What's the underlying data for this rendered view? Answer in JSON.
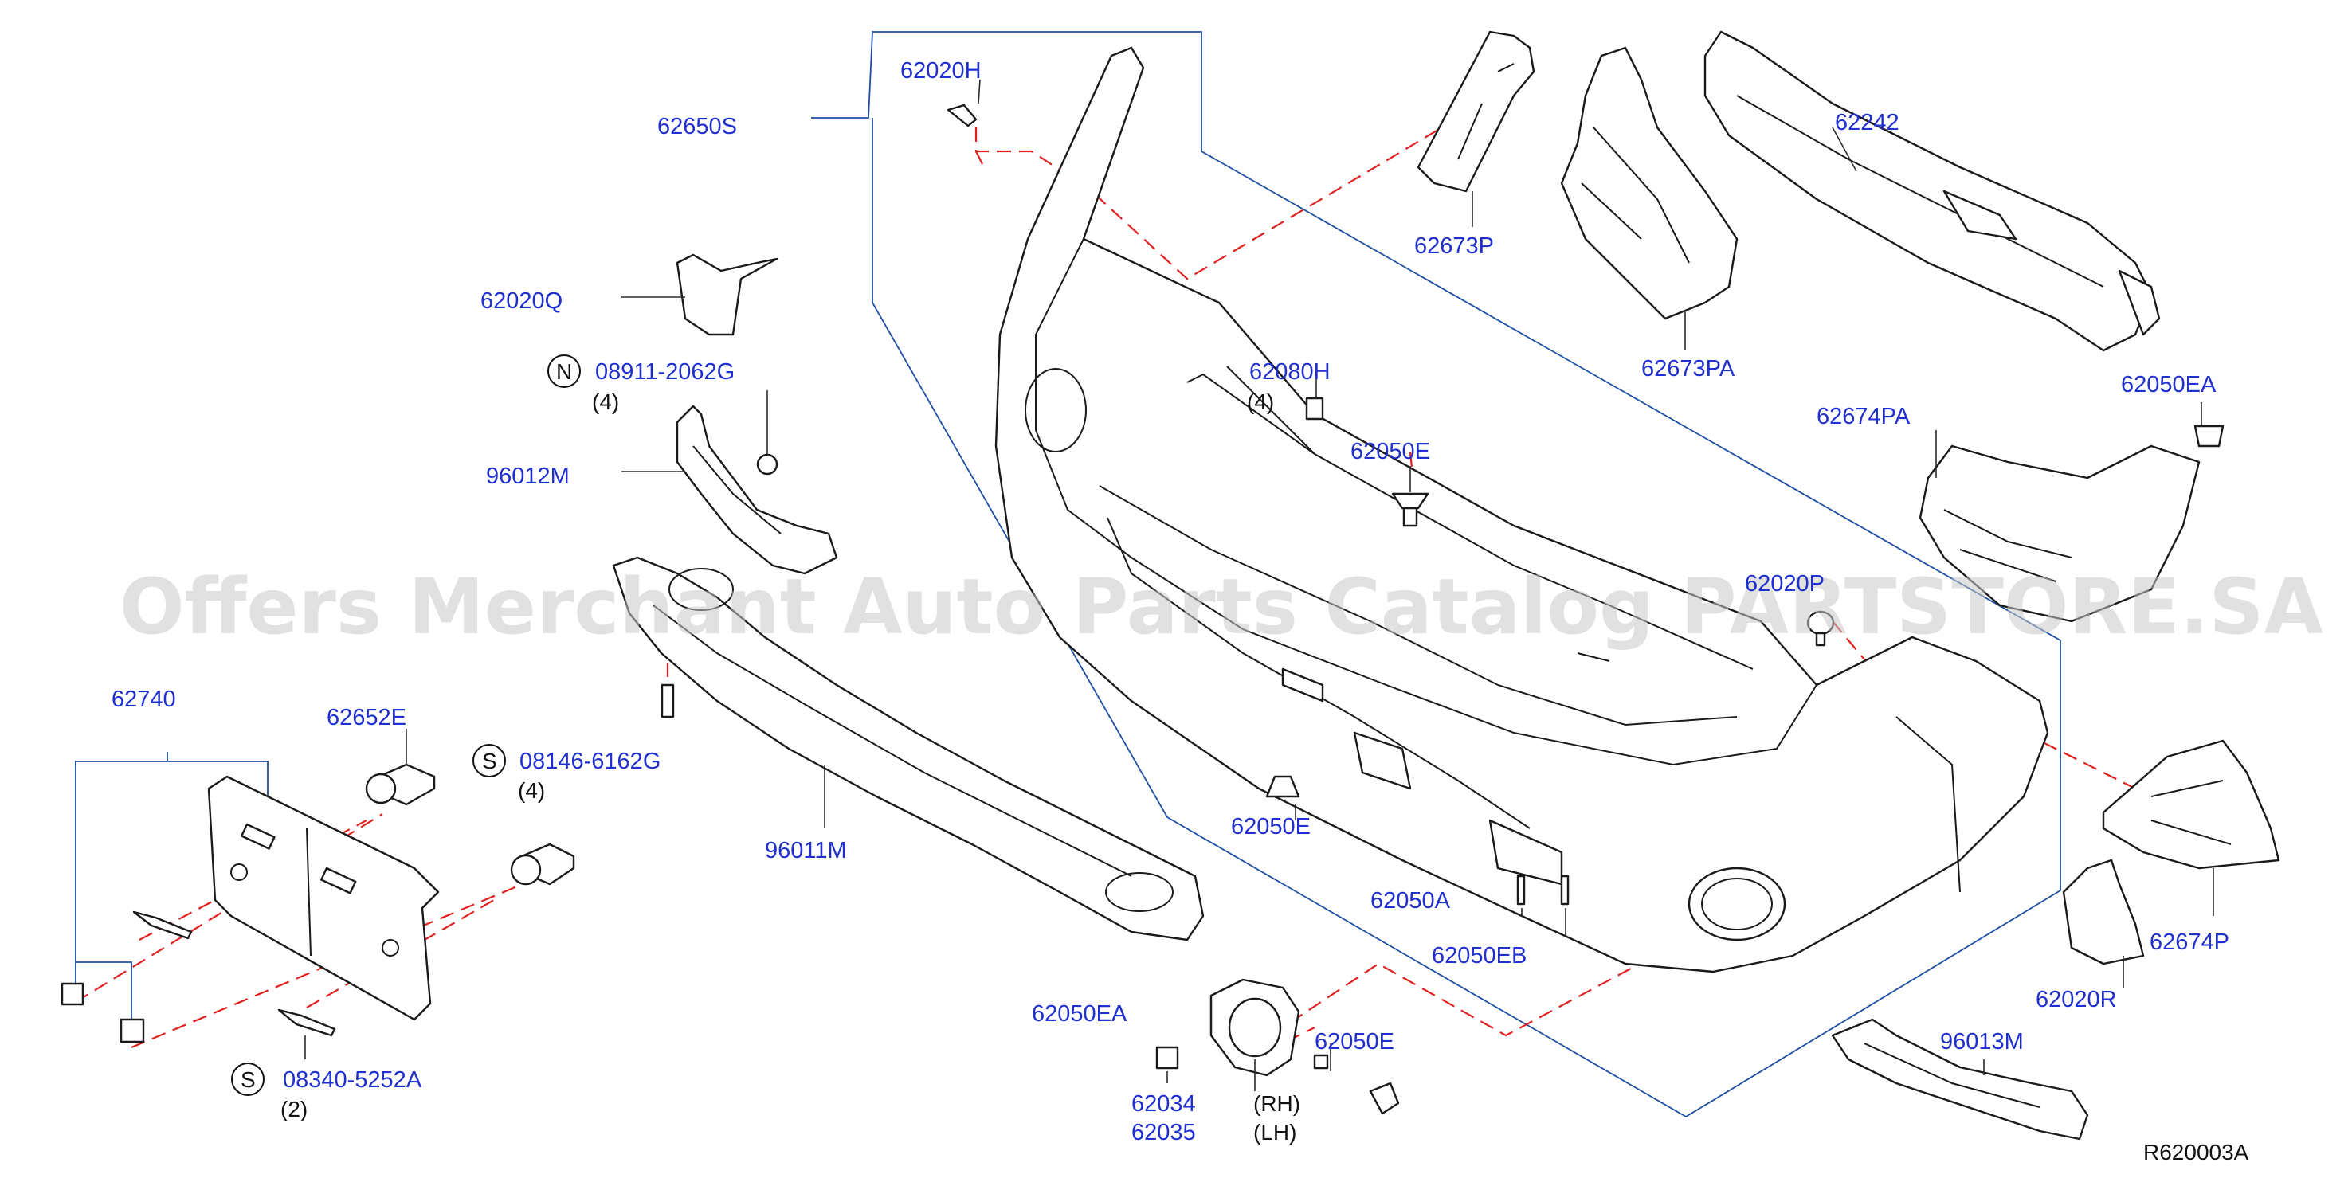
{
  "watermark": "Offers Merchant Auto Parts Catalog PARTSTORE.SA",
  "diagram_code": "R620003A",
  "parts": {
    "p62650S": "62650S",
    "p62020H": "62020H",
    "p62673P": "62673P",
    "p62673PA": "62673PA",
    "p62242": "62242",
    "p62020Q": "62020Q",
    "p08911": "08911-2062G",
    "q08911": "(4)",
    "p96012M": "96012M",
    "p62080H": "62080H",
    "q62080H": "(4)",
    "p62050E_top": "62050E",
    "p62674PA": "62674PA",
    "p62050EA_right": "62050EA",
    "p62020P": "62020P",
    "p62740": "62740",
    "p62652E": "62652E",
    "p08146": "08146-6162G",
    "q08146": "(4)",
    "p96011M": "96011M",
    "p62050E_mid": "62050E",
    "p62050A": "62050A",
    "p62050EB": "62050EB",
    "p62674P": "62674P",
    "p62020R": "62020R",
    "p96013M": "96013M",
    "p62050EA_bottom": "62050EA",
    "p62034": "62034",
    "p62035": "62035",
    "rh": "(RH)",
    "lh": "(LH)",
    "p62050E_bottom": "62050E",
    "p08340": "08340-5252A",
    "q08340": "(2)"
  },
  "circle_marks": {
    "n": "N",
    "s1": "S",
    "s2": "S"
  },
  "colors": {
    "label": "#1f2fd0",
    "bracket": "#1f4fa3",
    "dashed_line": "#e02020",
    "outline": "#1a1a1a"
  }
}
